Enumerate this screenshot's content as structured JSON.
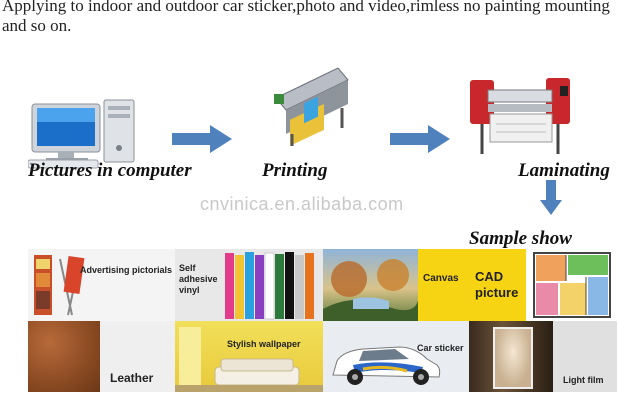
{
  "intro": "Applying to indoor and outdoor car sticker,photo and video,rimless no painting mounting and so on.",
  "steps": {
    "computer": "Pictures in computer",
    "printing": "Printing",
    "laminating": "Laminating",
    "sample": "Sample show"
  },
  "watermark": "cnvinica.en.alibaba.com",
  "samples": {
    "advertising": "Advertising pictorials",
    "vinyl": "Self adhesive vinyl",
    "canvas": "Canvas",
    "cad": "CAD picture",
    "leather": "Leather",
    "wallpaper": "Stylish wallpaper",
    "car": "Car sticker",
    "light": "Light film"
  }
}
